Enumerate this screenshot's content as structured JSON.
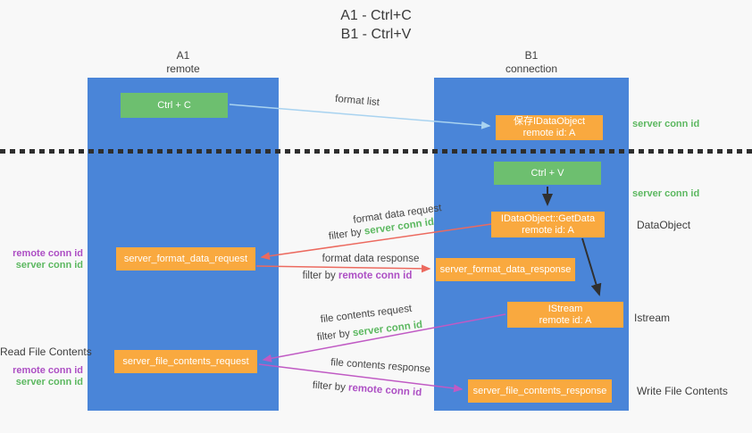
{
  "title": {
    "line1": "A1 - Ctrl+C",
    "line2": "B1 - Ctrl+V"
  },
  "columns": {
    "left": {
      "header_line1": "A1",
      "header_line2": "remote"
    },
    "right": {
      "header_line1": "B1",
      "header_line2": "connection"
    }
  },
  "boxes": {
    "ctrl_c": "Ctrl + C",
    "save_dataobject_line1": "保存IDataObject",
    "save_dataobject_line2": "remote id: A",
    "ctrl_v": "Ctrl + V",
    "getdata_line1": "IDataObject::GetData",
    "getdata_line2": "remote id: A",
    "format_request": "server_format_data_request",
    "format_response": "server_format_data_response",
    "istream_line1": "IStream",
    "istream_line2": "remote id: A",
    "file_request": "server_file_contents_request",
    "file_response": "server_file_contents_response"
  },
  "arrow_labels": {
    "format_list": "format list",
    "format_data_request": "format data request",
    "format_data_response": "format data response",
    "file_contents_request": "file contents request",
    "file_contents_response": "file contents response",
    "filter_by": "filter by ",
    "server_conn_id": "server conn id",
    "remote_conn_id": "remote conn id"
  },
  "side_labels": {
    "right_server_conn_id_top": "server conn id",
    "right_server_conn_id_mid": "server conn id",
    "dataobject": "DataObject",
    "istream": "Istream",
    "write_file_contents": "Write File Contents",
    "left_remote_conn_id_top": "remote conn id",
    "left_server_conn_id_top": "server conn id",
    "read_file_contents": "Read File Contents",
    "left_remote_conn_id_bottom": "remote conn id",
    "left_server_conn_id_bottom": "server conn id"
  },
  "colors": {
    "background": "#f8f8f8",
    "column_blue": "#4a85d8",
    "box_green": "#6dbf6f",
    "box_orange": "#f9a93f",
    "arrow_light_blue": "#a9d3f0",
    "arrow_black": "#303030",
    "arrow_red": "#ec6a5f",
    "arrow_magenta": "#c05ac4",
    "text_green": "#5cb860",
    "text_purple": "#ad4fc4",
    "text_dark": "#3d3d3d",
    "dotted_line": "#2e2e2e"
  }
}
